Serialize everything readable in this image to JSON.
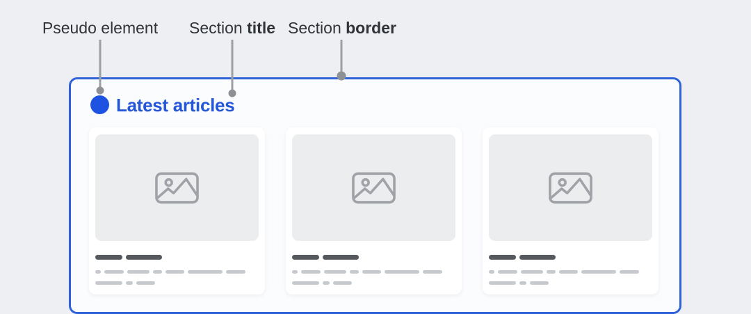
{
  "colors": {
    "page_background": "#edeff3",
    "section_border": "#2f62d8",
    "section_background": "#fbfcfe",
    "bullet_blue": "#1d53e0",
    "title_blue": "#2456d8",
    "dot_gray": "#8d9095",
    "tag_bar": "#55585d",
    "text_bar": "#c6c9ce"
  },
  "annotations": [
    {
      "regular": "Pseudo element",
      "bold": ""
    },
    {
      "regular": "Section ",
      "bold": "title"
    },
    {
      "regular": "Section ",
      "bold": "border"
    }
  ],
  "section": {
    "title": "Latest articles"
  },
  "cards": {
    "count": 3,
    "image_icon": "image-icon",
    "tag_bar_widths": [
      39,
      52
    ],
    "text_line_rows": [
      [
        8,
        28,
        32,
        13,
        27,
        50,
        28
      ],
      [
        39,
        10,
        27
      ]
    ]
  }
}
